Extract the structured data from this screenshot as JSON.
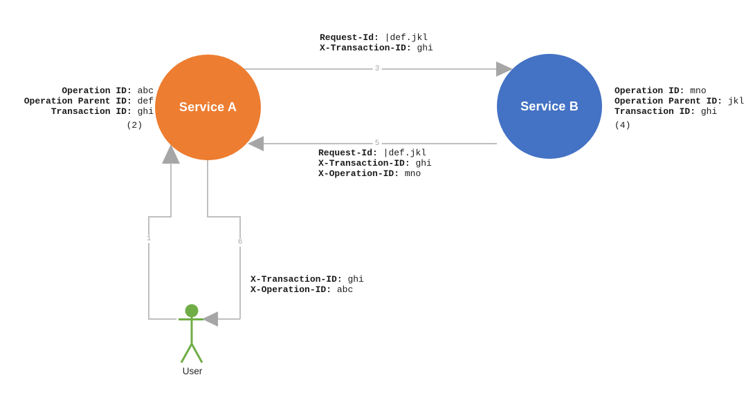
{
  "nodes": {
    "service_a": {
      "label": "Service A",
      "color": "#ED7D31"
    },
    "service_b": {
      "label": "Service B",
      "color": "#4472C4"
    },
    "user": {
      "label": "User",
      "color": "#70AD47"
    }
  },
  "edges": {
    "a_to_b": {
      "step": "3"
    },
    "b_to_a": {
      "step": "5"
    },
    "user_to_a": {
      "step": "1"
    },
    "a_to_user": {
      "step": "6"
    }
  },
  "annotations": {
    "service_a_state": {
      "lines": [
        {
          "label": "Operation ID:",
          "value": "abc"
        },
        {
          "label": "Operation Parent ID:",
          "value": "def"
        },
        {
          "label": "Transaction ID:",
          "value": "ghi"
        }
      ],
      "step_note": "(2)"
    },
    "service_b_state": {
      "lines": [
        {
          "label": "Operation ID:",
          "value": "mno"
        },
        {
          "label": "Operation Parent ID:",
          "value": "jkl"
        },
        {
          "label": "Transaction ID:",
          "value": "ghi"
        }
      ],
      "step_note": "(4)"
    },
    "request_a_to_b": {
      "lines": [
        {
          "label": "Request-Id:",
          "value": "|def.jkl"
        },
        {
          "label": "X-Transaction-ID:",
          "value": "ghi"
        }
      ]
    },
    "response_b_to_a": {
      "lines": [
        {
          "label": "Request-Id:",
          "value": "|def.jkl"
        },
        {
          "label": "X-Transaction-ID:",
          "value": "ghi"
        },
        {
          "label": "X-Operation-ID:",
          "value": "mno"
        }
      ]
    },
    "user_flow": {
      "lines": [
        {
          "label": "X-Transaction-ID:",
          "value": "ghi"
        },
        {
          "label": "X-Operation-ID:",
          "value": "abc"
        }
      ]
    }
  },
  "palette": {
    "connector_line": "#BFBFBF",
    "arrowhead": "#A6A6A6",
    "annotation_text": "#1a1a1a"
  }
}
